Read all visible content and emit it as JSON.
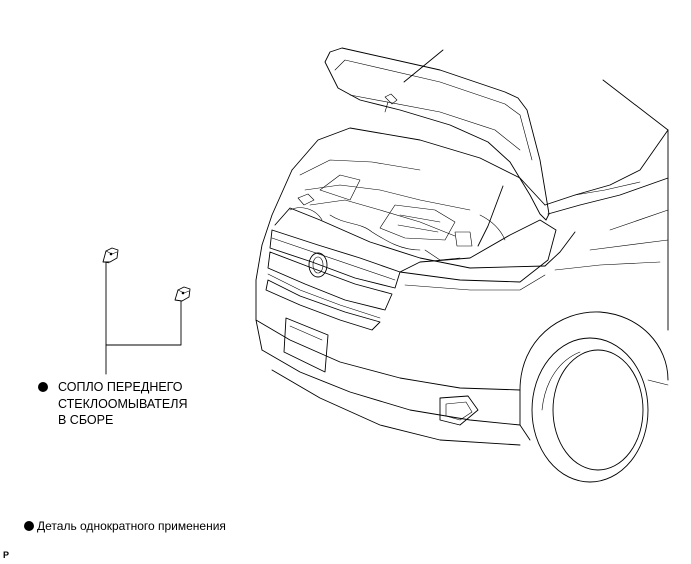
{
  "part_label": {
    "lines": [
      "СОПЛО ПЕРЕДНЕГО",
      "СТЕКЛООМЫВАТЕЛЯ",
      "В СБОРЕ"
    ]
  },
  "legend": {
    "text": "Деталь однократного применения"
  },
  "figure_code": "P",
  "icons": {
    "bullet": "filled-circle",
    "nozzle": "washer-nozzle"
  }
}
